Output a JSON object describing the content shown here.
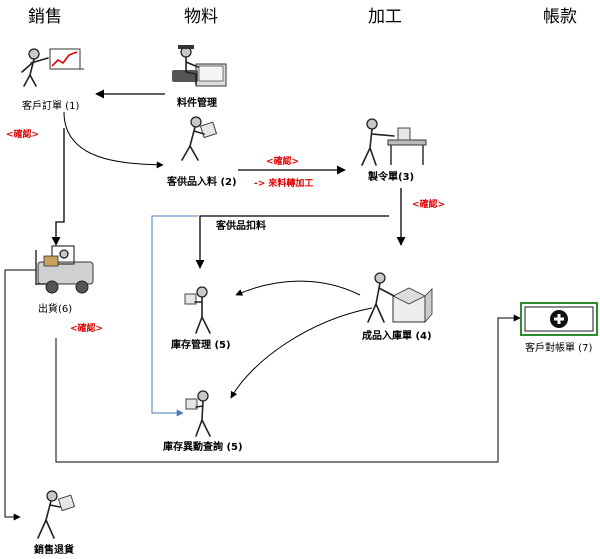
{
  "columns": {
    "sales": "銷售",
    "materials": "物料",
    "processing": "加工",
    "accounts": "帳款"
  },
  "nodes": {
    "customer_order": "客戶訂單 (1)",
    "material_mgmt": "料件管理",
    "customer_supplied_receipt": "客供品入料 (2)",
    "work_order": "製令單(3)",
    "shipment": "出貨(6)",
    "customer_supplied_deduction": "客供品扣料",
    "inventory_mgmt": "庫存管理 (5)",
    "finished_goods_receipt": "成品入庫單 (4)",
    "customer_statement": "客戶對帳單 (7)",
    "inventory_change_query": "庫存異動查詢 (5)",
    "sales_return": "銷售退貨"
  },
  "annotations": {
    "confirm_order": "<確認>",
    "confirm_receipt": "<確認>",
    "incoming_to_processing": "-> 來料轉加工",
    "confirm_work_order": "<確認>",
    "confirm_shipment": "<確認>"
  },
  "colors": {
    "confirm_red": "#e00000",
    "statement_box_border": "#2e8b2e",
    "statement_box_inner": "#1a1a1a",
    "blue_connector": "#4a78c0"
  },
  "icons": {
    "customer_order": "presenter-with-chart-icon",
    "material_mgmt": "person-at-computer-icon",
    "customer_supplied_receipt": "person-carrying-box-icon",
    "work_order": "person-at-workbench-icon",
    "shipment": "forklift-icon",
    "inventory_mgmt": "person-carrying-box-icon",
    "finished_goods_receipt": "person-packing-box-icon",
    "customer_statement": "plus-circle-icon",
    "inventory_change_query": "person-carrying-box-icon",
    "sales_return": "person-carrying-box-icon"
  }
}
